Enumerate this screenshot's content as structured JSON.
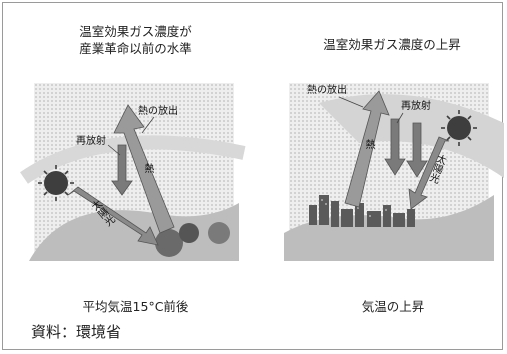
{
  "left": {
    "heading_line1": "温室効果ガス濃度が",
    "heading_line2": "産業革命以前の水準",
    "label_heat_release": "熱の放出",
    "label_reradiation": "再放射",
    "label_heat": "熱",
    "label_sunlight": "太陽光",
    "caption": "平均気温15°C前後"
  },
  "right": {
    "heading": "温室効果ガス濃度の上昇",
    "label_heat_release": "熱の放出",
    "label_reradiation": "再放射",
    "label_heat": "熱",
    "label_sunlight": "太陽光",
    "caption": "気温の上昇"
  },
  "source": "資料：環境省"
}
